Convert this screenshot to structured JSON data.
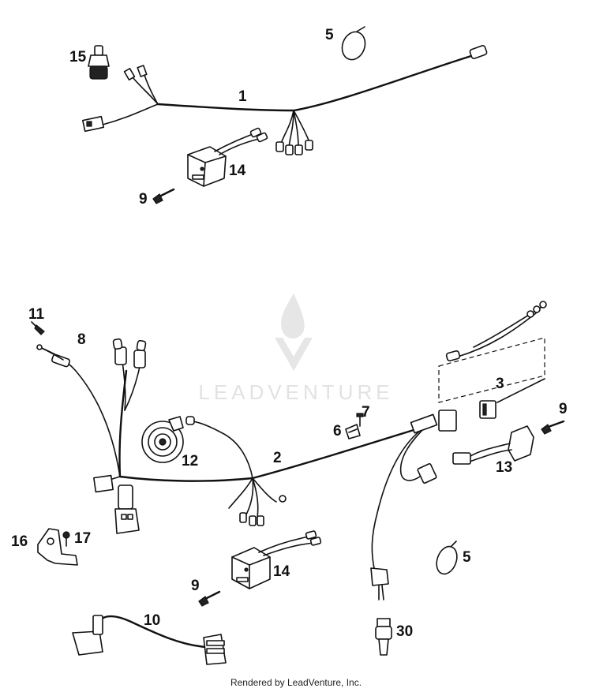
{
  "watermark": {
    "text": "LEADVENTURE",
    "color": "#e2e2e2"
  },
  "credit": "Rendered by LeadVenture, Inc.",
  "callouts": {
    "c1": "1",
    "c2": "2",
    "c3": "3",
    "c5a": "5",
    "c5b": "5",
    "c6": "6",
    "c7": "7",
    "c8": "8",
    "c9a": "9",
    "c9b": "9",
    "c9c": "9",
    "c10": "10",
    "c11": "11",
    "c12": "12",
    "c13": "13",
    "c14a": "14",
    "c14b": "14",
    "c15": "15",
    "c16": "16",
    "c17": "17",
    "c30": "30"
  }
}
